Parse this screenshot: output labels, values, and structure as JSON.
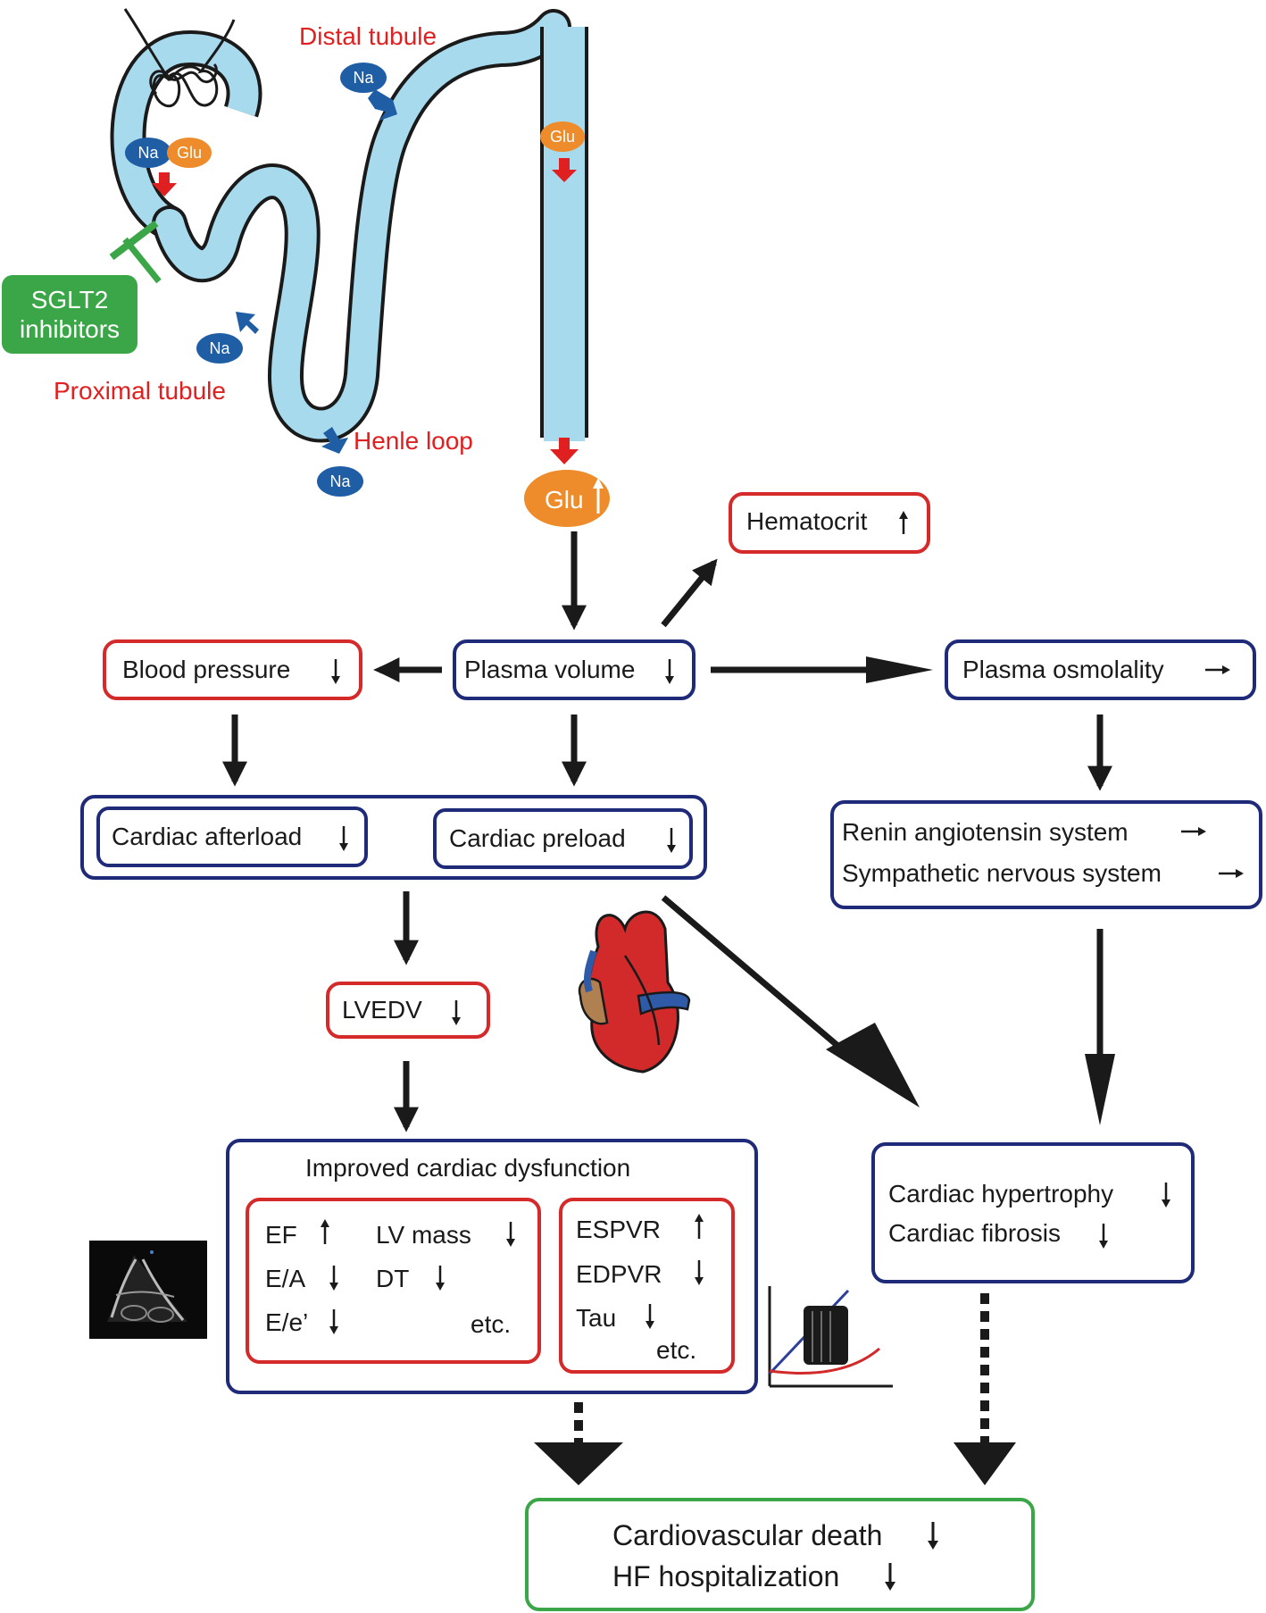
{
  "colors": {
    "tubule_fill": "#a8daee",
    "tubule_outline": "#1a1a1a",
    "na_ion": "#1f5ea5",
    "glu_ion": "#ee8c2b",
    "red_arrow": "#e02020",
    "blue_arrow": "#1f5ea5",
    "blue_box": "#1f2a78",
    "red_box": "#d42a2a",
    "green_box": "#3aa647",
    "sglt2_fill": "#3aa647"
  },
  "kidney": {
    "labels": {
      "distal_tubule": "Distal tubule",
      "proximal_tubule": "Proximal tubule",
      "henle_loop": "Henle loop"
    },
    "sglt2": {
      "line1": "SGLT2",
      "line2": "inhibitors"
    },
    "ions": {
      "na": "Na",
      "glu": "Glu"
    }
  },
  "boxes": {
    "hematocrit": "Hematocrit",
    "blood_pressure": "Blood pressure",
    "plasma_volume": "Plasma volume",
    "plasma_osmolality": "Plasma osmolality",
    "cardiac_afterload": "Cardiac afterload",
    "cardiac_preload": "Cardiac preload",
    "ras": "Renin angiotensin system",
    "sns": "Sympathetic nervous system",
    "lvedv": "LVEDV",
    "improved_title": "Improved cardiac dysfunction",
    "echo_params": {
      "ef": "EF",
      "lv_mass": "LV mass",
      "ea": "E/A",
      "dt": "DT",
      "ee": "E/e’",
      "etc": "etc."
    },
    "pv_params": {
      "espvr": "ESPVR",
      "edpvr": "EDPVR",
      "tau": "Tau",
      "etc": "etc."
    },
    "hypertrophy": "Cardiac hypertrophy",
    "fibrosis": "Cardiac fibrosis",
    "cv_death": "Cardiovascular death",
    "hf_hosp": "HF hospitalization"
  },
  "icons": [
    "heart-icon",
    "echocardiogram-image",
    "pv-loop-icon"
  ]
}
